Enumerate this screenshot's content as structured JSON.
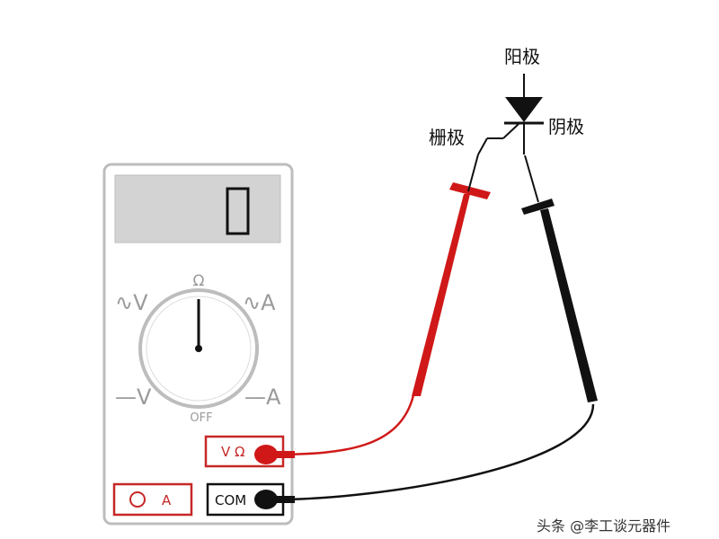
{
  "meter": {
    "display_digit": "0",
    "dial": {
      "ohm": "Ω",
      "ac_v": "∿V",
      "ac_a": "∿A",
      "dc_v": "—V",
      "dc_a": "—A",
      "off": "OFF"
    },
    "ports": {
      "vohm": "V Ω",
      "amp": "A",
      "com": "COM"
    }
  },
  "scr": {
    "anode": "阳极",
    "gate": "栅极",
    "cathode": "阴极"
  },
  "watermark": "头条 @李工谈元器件",
  "colors": {
    "red_probe": "#d01818",
    "black_probe": "#111111",
    "meter_outline": "#bdbdbd",
    "screen_fill": "#d3d3d3"
  }
}
